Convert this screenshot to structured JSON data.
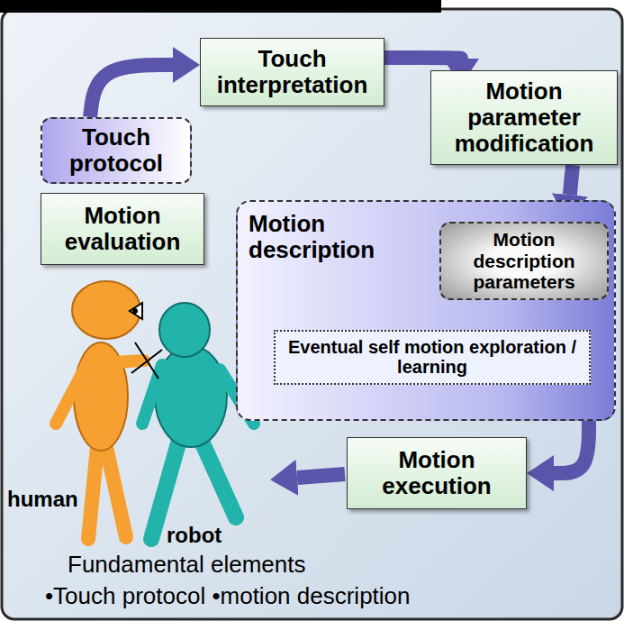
{
  "diagram": {
    "nodes": [
      {
        "text": [
          "Touch interpretation"
        ]
      },
      {
        "text": [
          "Motion parameter modification"
        ]
      },
      {
        "text": [
          "Touch protocol"
        ]
      },
      {
        "text": [
          "Motion evaluation"
        ]
      },
      {
        "text": [
          "Motion description"
        ]
      },
      {
        "text": [
          "Motion description parameters"
        ],
        "in": 4
      },
      {
        "text": [
          "Eventual self motion exploration / learning"
        ],
        "in": 4
      },
      {
        "text": [
          "Motion execution"
        ]
      }
    ],
    "edges": [
      {
        "from": 2,
        "to": 0,
        "arrow": "to"
      },
      {
        "from": 0,
        "to": 1,
        "arrow": "to"
      },
      {
        "from": 1,
        "to": 5,
        "arrow": "to"
      },
      {
        "from": 4,
        "to": 7,
        "arrow": "to"
      },
      {
        "from": 6,
        "to": 5,
        "arrow": "to"
      }
    ],
    "labels": [
      "human",
      "robot",
      "Fundamental elements",
      "•Touch protocol •motion description"
    ]
  }
}
